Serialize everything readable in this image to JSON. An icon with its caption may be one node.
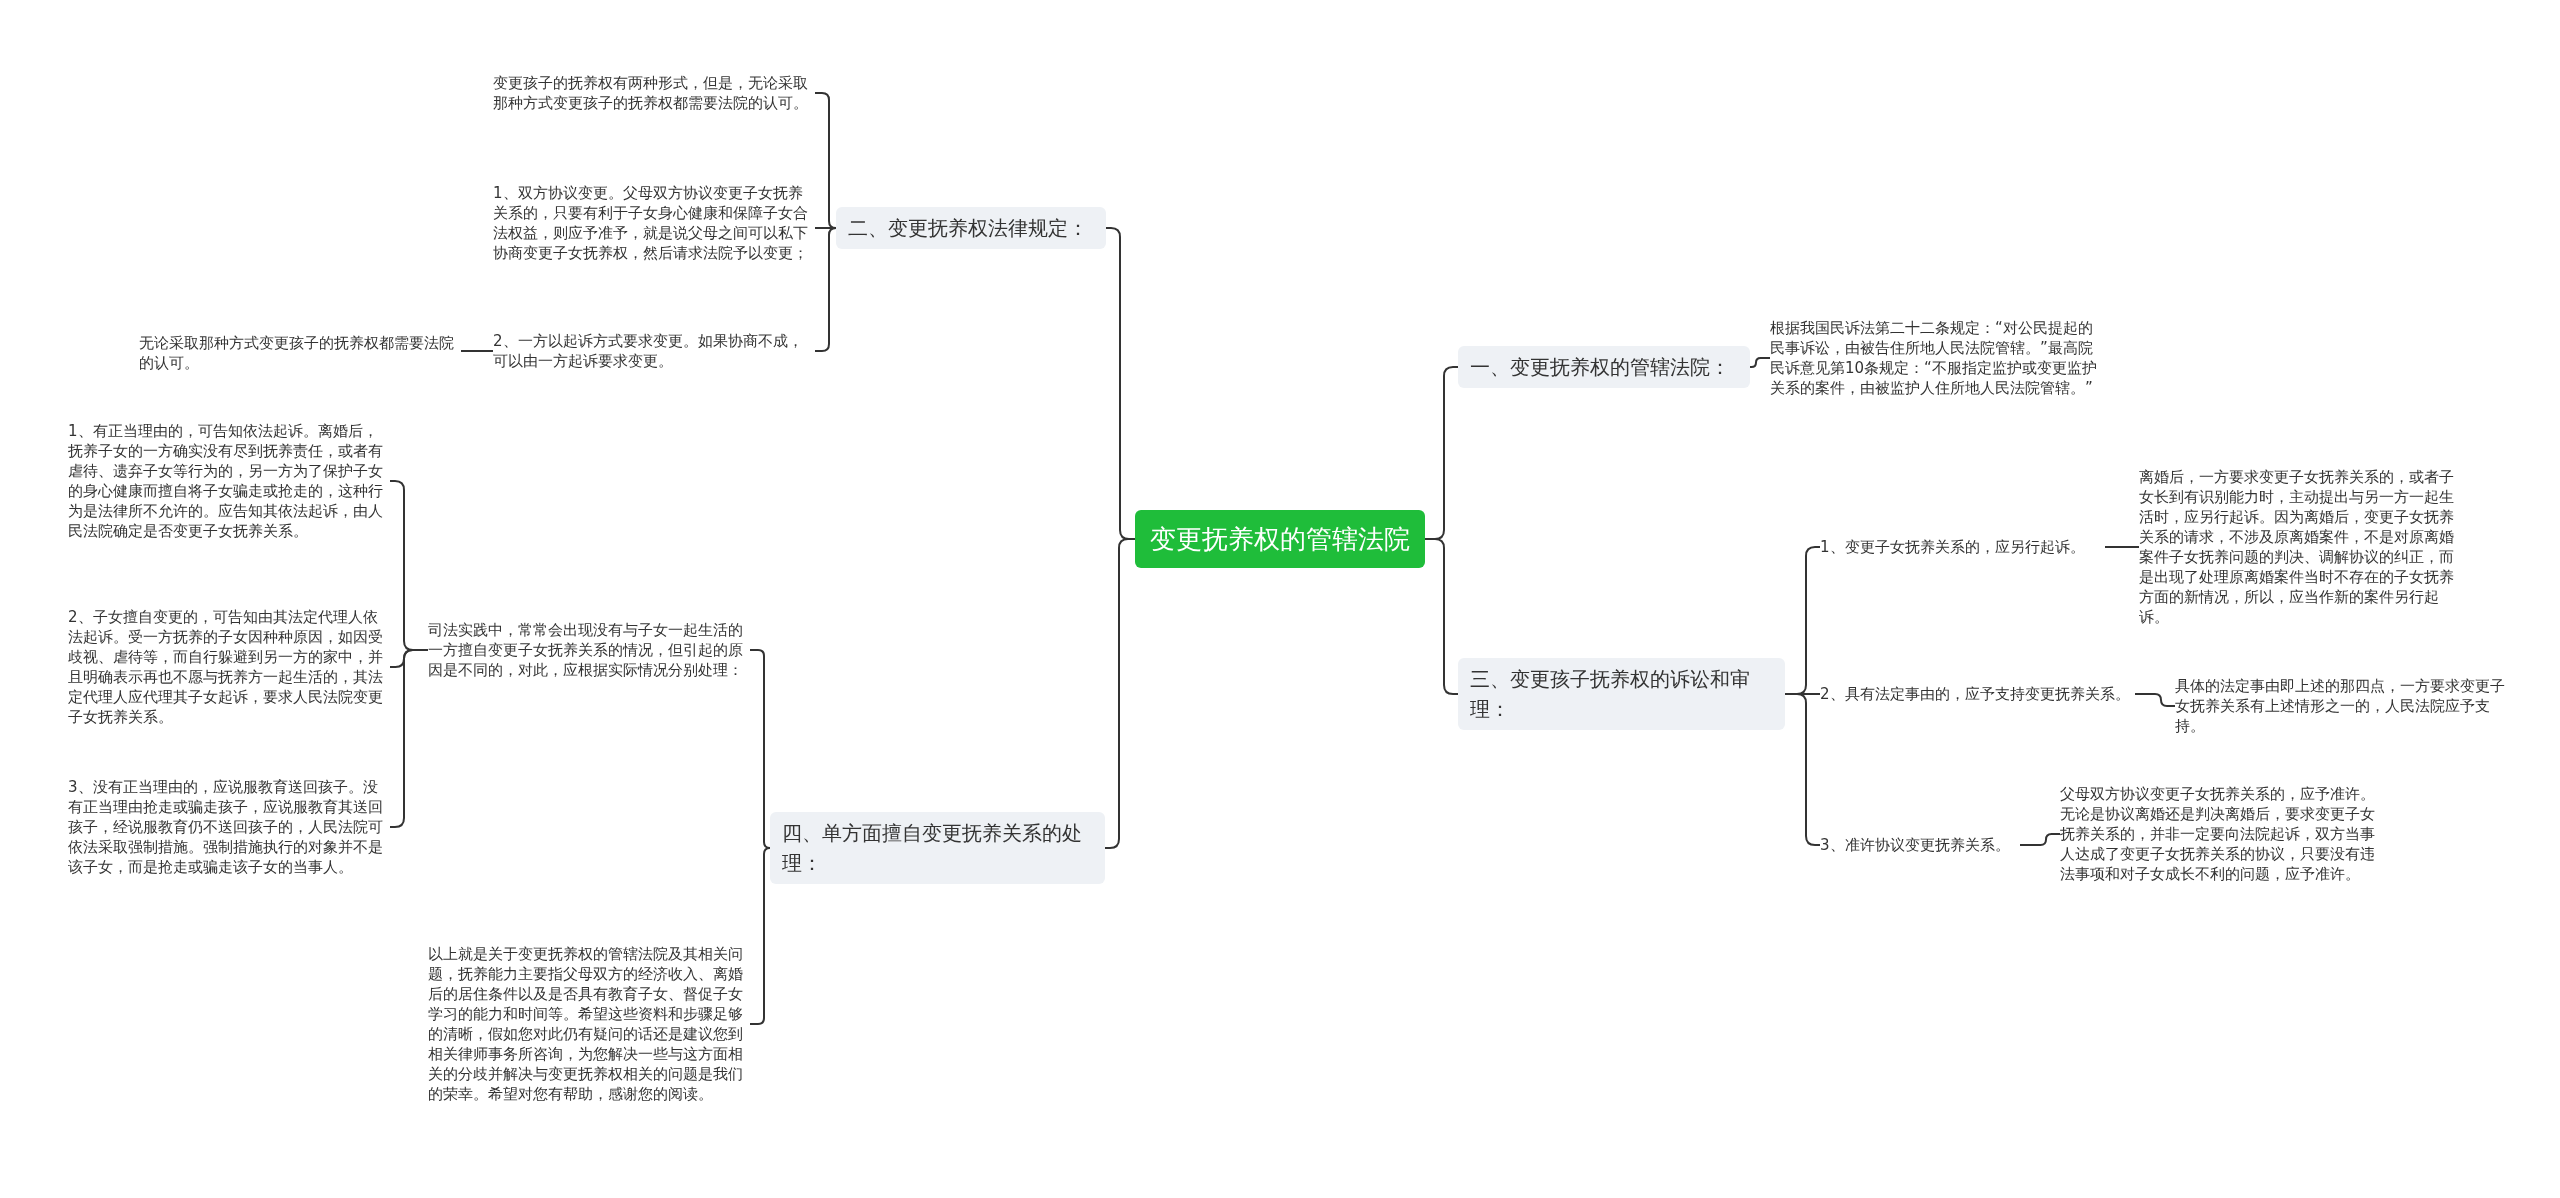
{
  "diagram": {
    "nodes": [
      {
        "text": [
          "变更抚养权的管辖法院"
        ]
      },
      {
        "text": [
          "一、变更抚养权的管辖法院："
        ]
      },
      {
        "text": [
          "根据我国民诉法第二十二条规定：“对公民提起的民事诉讼，由被告住所地人民法院管辖。”最高院民诉意见第10条规定：“不服指定监护或变更监护关系的案件，由被监护人住所地人民法院管辖。”"
        ]
      },
      {
        "text": [
          "三、变更孩子抚养权的诉讼和审理："
        ]
      },
      {
        "text": [
          "1、变更子女抚养关系的，应另行起诉。"
        ]
      },
      {
        "text": [
          "离婚后，一方要求变更子女抚养关系的，或者子女长到有识别能力时，主动提出与另一方一起生活时，应另行起诉。因为离婚后，变更子女抚养关系的请求，不涉及原离婚案件，不是对原离婚案件子女抚养问题的判决、调解协议的纠正，而是出现了处理原离婚案件当时不存在的子女抚养方面的新情况，所以，应当作新的案件另行起诉。"
        ]
      },
      {
        "text": [
          "2、具有法定事由的，应予支持变更抚养关系。"
        ]
      },
      {
        "text": [
          "具体的法定事由即上述的那四点，一方要求变更子女抚养关系有上述情形之一的，人民法院应予支持。"
        ]
      },
      {
        "text": [
          "3、准许协议变更抚养关系。"
        ]
      },
      {
        "text": [
          "父母双方协议变更子女抚养关系的，应予准许。无论是协议离婚还是判决离婚后，要求变更子女抚养关系的，并非一定要向法院起诉，双方当事人达成了变更子女抚养关系的协议，只要没有违法事项和对子女成长不利的问题，应予准许。"
        ]
      },
      {
        "text": [
          "二、变更抚养权法律规定："
        ]
      },
      {
        "text": [
          "变更孩子的抚养权有两种形式，但是，无论采取那种方式变更孩子的抚养权都需要法院的认可。"
        ]
      },
      {
        "text": [
          "1、双方协议变更。父母双方协议变更子女抚养关系的，只要有利于子女身心健康和保障子女合法权益，则应予准予，就是说父母之间可以私下协商变更子女抚养权，然后请求法院予以变更；"
        ]
      },
      {
        "text": [
          "2、一方以起诉方式要求变更。如果协商不成，可以由一方起诉要求变更。"
        ]
      },
      {
        "text": [
          "无论采取那种方式变更孩子的抚养权都需要法院的认可。"
        ]
      },
      {
        "text": [
          "四、单方面擅自变更抚养关系的处理："
        ]
      },
      {
        "text": [
          "司法实践中，常常会出现没有与子女一起生活的一方擅自变更子女抚养关系的情况，但引起的原因是不同的，对此，应根据实际情况分别处理："
        ]
      },
      {
        "text": [
          "1、有正当理由的，可告知依法起诉。离婚后，抚养子女的一方确实没有尽到抚养责任，或者有虐待、遗弃子女等行为的，另一方为了保护子女的身心健康而擅自将子女骗走或抢走的，这种行为是法律所不允许的。应告知其依法起诉，由人民法院确定是否变更子女抚养关系。"
        ]
      },
      {
        "text": [
          "2、子女擅自变更的，可告知由其法定代理人依法起诉。受一方抚养的子女因种种原因，如因受歧视、虐待等，而自行躲避到另一方的家中，并且明确表示再也不愿与抚养方一起生活的，其法定代理人应代理其子女起诉，要求人民法院变更子女抚养关系。"
        ]
      },
      {
        "text": [
          "3、没有正当理由的，应说服教育送回孩子。没有正当理由抢走或骗走孩子，应说服教育其送回孩子，经说服教育仍不送回孩子的，人民法院可依法采取强制措施。强制措施执行的对象并不是该子女，而是抢走或骗走该子女的当事人。"
        ]
      },
      {
        "text": [
          "以上就是关于变更抚养权的管辖法院及其相关问题，抚养能力主要指父母双方的经济收入、离婚后的居住条件以及是否具有教育子女、督促子女学习的能力和时间等。希望这些资料和步骤足够的清晰，假如您对此仍有疑问的话还是建议您到相关律师事务所咨询，为您解决一些与这方面相关的分歧并解决与变更抚养权相关的问题是我们的荣幸。希望对您有帮助，感谢您的阅读。"
        ]
      }
    ],
    "edges": [
      {
        "from": 0,
        "to": 1,
        "arrow": "none"
      },
      {
        "from": 1,
        "to": 2,
        "arrow": "none"
      },
      {
        "from": 0,
        "to": 3,
        "arrow": "none"
      },
      {
        "from": 3,
        "to": 4,
        "arrow": "none"
      },
      {
        "from": 4,
        "to": 5,
        "arrow": "none"
      },
      {
        "from": 3,
        "to": 6,
        "arrow": "none"
      },
      {
        "from": 6,
        "to": 7,
        "arrow": "none"
      },
      {
        "from": 3,
        "to": 8,
        "arrow": "none"
      },
      {
        "from": 8,
        "to": 9,
        "arrow": "none"
      },
      {
        "from": 0,
        "to": 10,
        "arrow": "none"
      },
      {
        "from": 10,
        "to": 11,
        "arrow": "none"
      },
      {
        "from": 10,
        "to": 12,
        "arrow": "none"
      },
      {
        "from": 10,
        "to": 13,
        "arrow": "none"
      },
      {
        "from": 13,
        "to": 14,
        "arrow": "none"
      },
      {
        "from": 0,
        "to": 15,
        "arrow": "none"
      },
      {
        "from": 15,
        "to": 16,
        "arrow": "none"
      },
      {
        "from": 16,
        "to": 17,
        "arrow": "none"
      },
      {
        "from": 16,
        "to": 18,
        "arrow": "none"
      },
      {
        "from": 16,
        "to": 19,
        "arrow": "none"
      },
      {
        "from": 15,
        "to": 20,
        "arrow": "none"
      }
    ]
  }
}
